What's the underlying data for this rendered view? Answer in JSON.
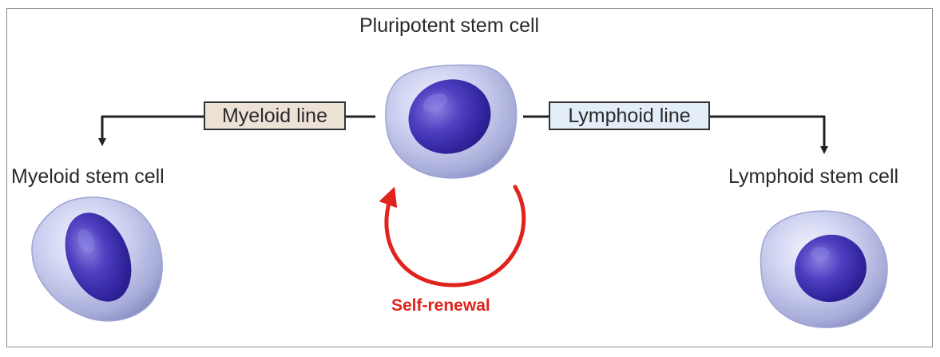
{
  "diagram": {
    "title": "Pluripotent stem cell",
    "myeloid_line": "Myeloid line",
    "lymphoid_line": "Lymphoid line",
    "myeloid_cell": "Myeloid stem cell",
    "lymphoid_cell": "Lymphoid stem cell",
    "self_renewal": "Self-renewal"
  },
  "colors": {
    "arrow": "#222222",
    "self_renewal": "#e0231c",
    "cell_cytoplasm": "#b9bee6",
    "cell_nucleus": "#3c2fa8",
    "myeloid_box_fill": "#ede2d6",
    "lymphoid_box_fill": "#e3eef8"
  }
}
